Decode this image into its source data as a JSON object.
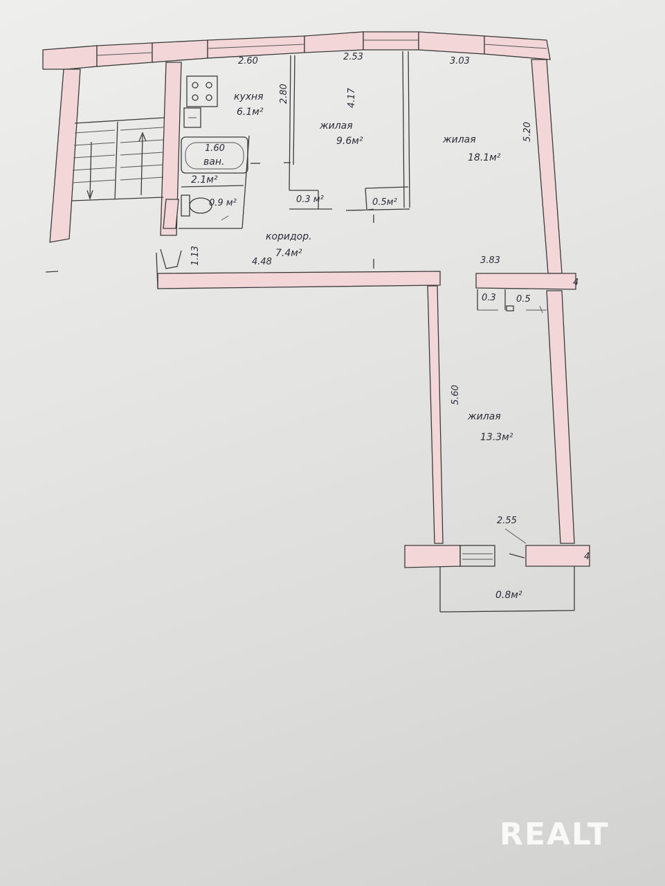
{
  "rooms": {
    "kitchen": {
      "name": "кухня",
      "area": "6.1м²"
    },
    "bath": {
      "name": "ван.",
      "size": "1.60",
      "area": "2.1м²"
    },
    "wc": {
      "area": "0.9 м²"
    },
    "room1": {
      "name": "жилая",
      "area": "9.6м²"
    },
    "room2": {
      "name": "жилая",
      "area": "18.1м²"
    },
    "room3": {
      "name": "жилая",
      "area": "13.3м²"
    },
    "closet1": {
      "area": "0.3 м²"
    },
    "closet2": {
      "area": "0.5м²"
    },
    "corridor": {
      "name": "коридор.",
      "area": "7.4м²"
    },
    "balcony": {
      "area": "0.8м²"
    },
    "small1": {
      "area": "0.3"
    },
    "small2": {
      "area": "0.5"
    }
  },
  "dimensions": {
    "kitchen_width": "2.60",
    "room1_width": "2.53",
    "room2_width": "3.03",
    "kitchen_depth": "2.80",
    "room1_depth": "4.17",
    "room2_depth": "5.20",
    "entry": "1.13",
    "corridor_length": "4.48",
    "room2_lower_width": "3.83",
    "room3_depth": "5.60",
    "room3_width": "2.55"
  },
  "wall_marks": {
    "mark1": "4",
    "mark2": "4"
  },
  "watermark": "REALT",
  "colors": {
    "wall_fill": "#f2d6d8",
    "ink": "#2b2b3a",
    "paper": "#e6e6e4"
  }
}
